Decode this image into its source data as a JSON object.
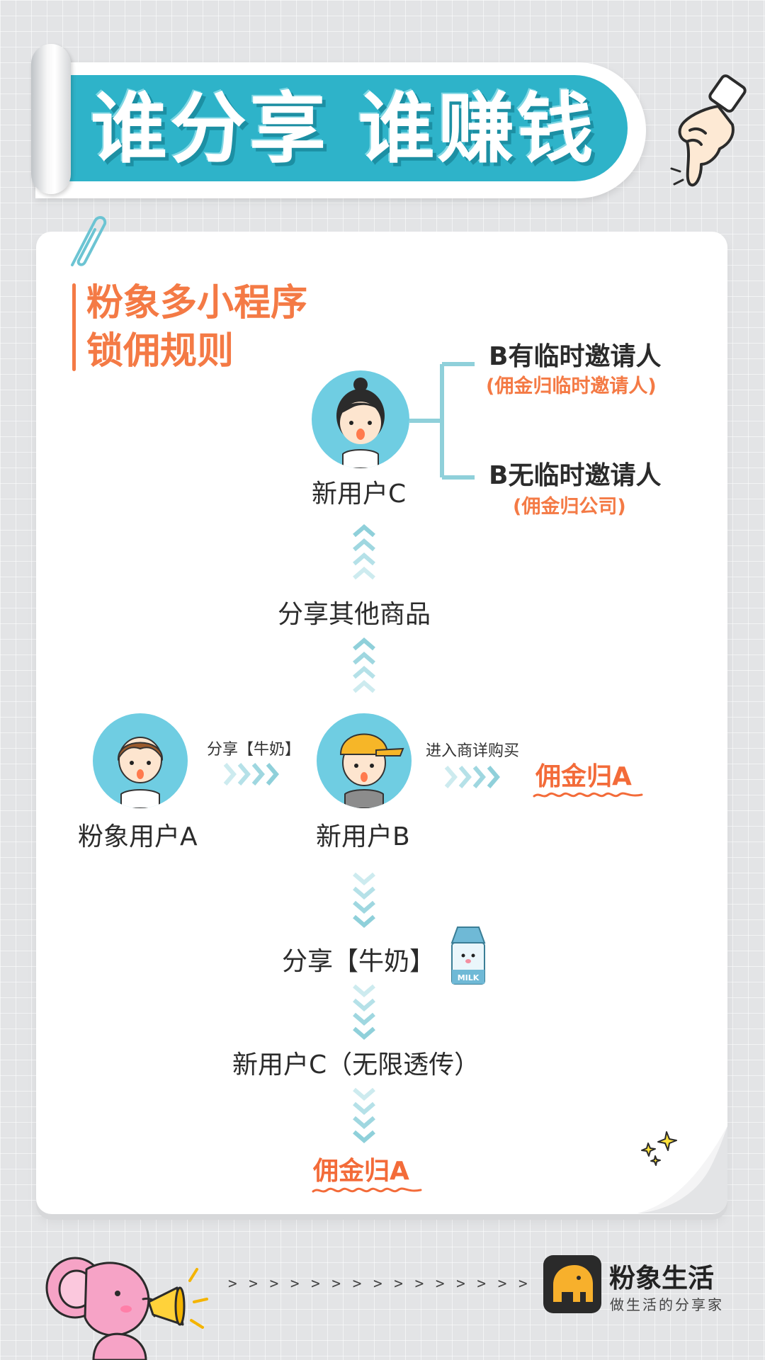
{
  "banner": {
    "title": "谁分享 谁赚钱"
  },
  "rules": {
    "title_line1": "粉象多小程序",
    "title_line2": "锁佣规则"
  },
  "top_flow": {
    "user_c_label": "新用户C",
    "option_yes": {
      "title": "B有临时邀请人",
      "note": "(佣金归临时邀请人)"
    },
    "option_no": {
      "title": "B无临时邀请人",
      "note": "(佣金归公司)"
    },
    "share_other_label": "分享其他商品"
  },
  "middle_flow": {
    "user_a_label": "粉象用户A",
    "share_milk_small": "分享【牛奶】",
    "user_b_label": "新用户B",
    "enter_detail_small": "进入商详购买",
    "commission_a": "佣金归A"
  },
  "bottom_flow": {
    "share_milk_label": "分享【牛奶】",
    "milk_carton_text": "MILK",
    "user_c_unlimited_label": "新用户C（无限透传）",
    "commission_a": "佣金归A"
  },
  "footer": {
    "arrows": "> > > > > > > > > > > > > > >",
    "brand_name": "粉象生活",
    "brand_slogan": "做生活的分享家"
  },
  "colors": {
    "teal": "#2eb3c9",
    "orange": "#f47a45",
    "avatar_bg": "#6fcde2",
    "chevron": "#8ccfd9"
  }
}
